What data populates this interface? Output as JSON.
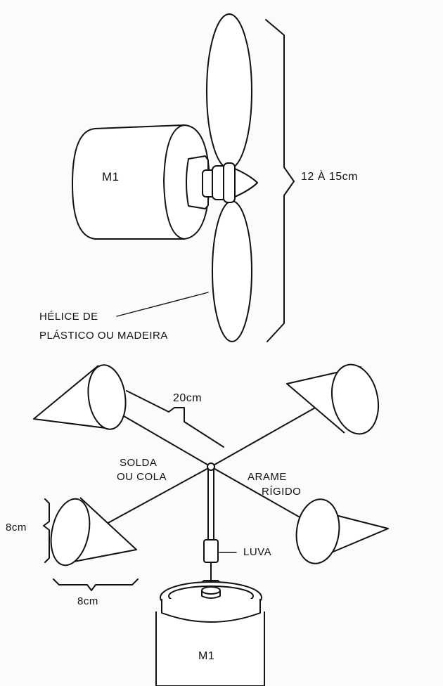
{
  "top_figure": {
    "motor_label": "M1",
    "size_label": "12 À 15cm",
    "propeller_label_line1": "HÉLICE DE",
    "propeller_label_line2": "PLÁSTICO OU MADEIRA"
  },
  "bottom_figure": {
    "arm_length_label": "20cm",
    "joint_label_line1": "SOLDA",
    "joint_label_line2": "OU COLA",
    "wire_label_line1": "ARAME",
    "wire_label_line2": "RÍGIDO",
    "cone_height_label": "8cm",
    "cone_width_label": "8cm",
    "sleeve_label": "LUVA",
    "motor_label": "M1"
  }
}
